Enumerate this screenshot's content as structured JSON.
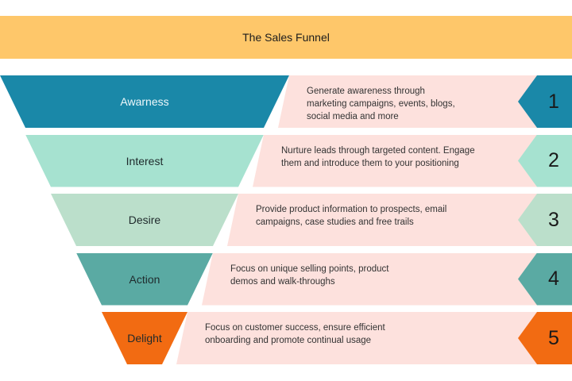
{
  "title": "The Sales Funnel",
  "stages": [
    {
      "label": "Awarness",
      "number": "1",
      "description": "Generate awareness through\nmarketing campaigns, events, blogs,\nsocial media and more",
      "color": "#1a88a8"
    },
    {
      "label": "Interest",
      "number": "2",
      "description": "Nurture leads through targeted content. Engage\nthem and introduce them to your positioning",
      "color": "#a6e2d0"
    },
    {
      "label": "Desire",
      "number": "3",
      "description": "Provide product information to prospects, email\ncampaigns, case studies and free trails",
      "color": "#bbdfcb"
    },
    {
      "label": "Action",
      "number": "4",
      "description": "Focus on unique selling points,  product\ndemos and walk-throughs",
      "color": "#5aaaa3"
    },
    {
      "label": "Delight",
      "number": "5",
      "description": "Focus on customer success, ensure efficient\nonboarding and promote continual usage",
      "color": "#f26b12"
    }
  ],
  "colors": {
    "title_bar": "#fec76a",
    "description_panel": "#fde1dd"
  }
}
